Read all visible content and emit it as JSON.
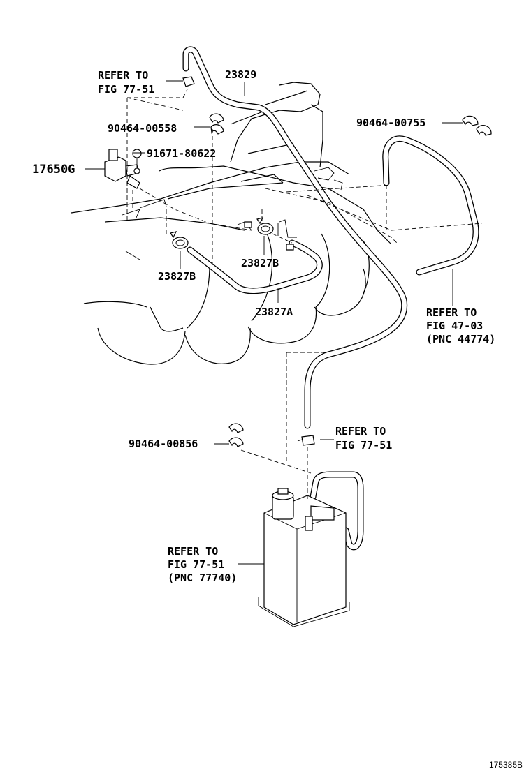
{
  "diagram": {
    "labels": {
      "refer_77_51_top": [
        "REFER TO",
        "FIG 77-51"
      ],
      "pn_23829": "23829",
      "pn_90464_00558": "90464-00558",
      "pn_91671_80622": "91671-80622",
      "pn_17650G": "17650G",
      "pn_90464_00755": "90464-00755",
      "pn_23827B_left": "23827B",
      "pn_23827B_right": "23827B",
      "pn_23827A": "23827A",
      "refer_47_03": [
        "REFER TO",
        "FIG 47-03",
        "(PNC 44774)"
      ],
      "refer_77_51_mid": [
        "REFER TO",
        "FIG 77-51"
      ],
      "pn_90464_00856": "90464-00856",
      "refer_77_51_canister": [
        "REFER TO",
        "FIG 77-51",
        "(PNC 77740)"
      ]
    },
    "illustration_code": "175385B"
  }
}
